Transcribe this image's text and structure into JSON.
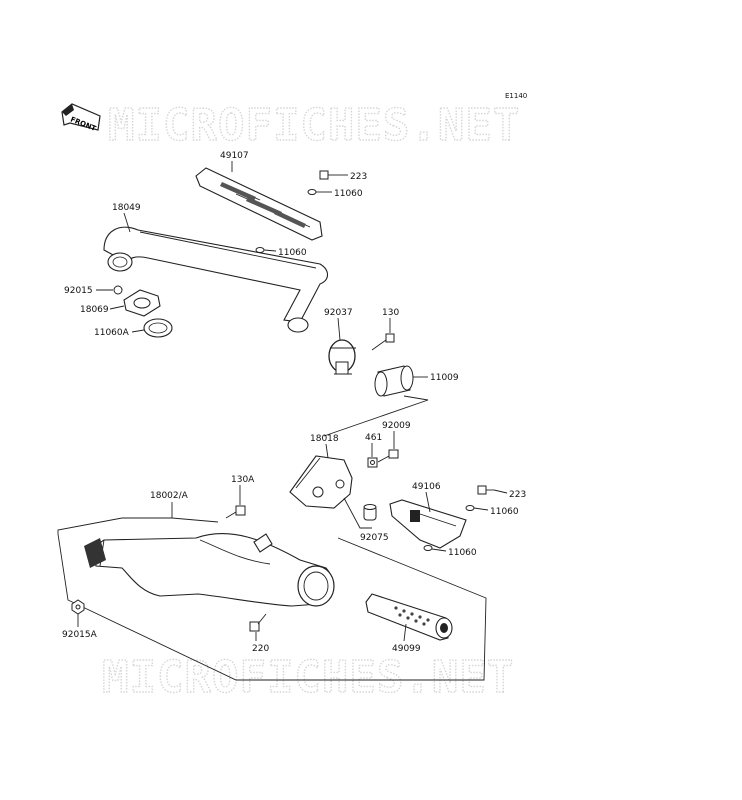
{
  "diagram_code": "E1140",
  "watermark": "MICROFICHES.NET",
  "front_label": "FRONT",
  "parts": {
    "p49107": "49107",
    "p223a": "223",
    "p11060a": "11060",
    "p11060b": "11060",
    "p18049": "18049",
    "p92015": "92015",
    "p18069": "18069",
    "p11060A": "11060A",
    "p92037": "92037",
    "p130": "130",
    "p11009": "11009",
    "p18018": "18018",
    "p461": "461",
    "p92009": "92009",
    "p49106": "49106",
    "p223b": "223",
    "p11060c": "11060",
    "p11060d": "11060",
    "p18002A": "18002/A",
    "p130A": "130A",
    "p92075": "92075",
    "p92015A": "92015A",
    "p220": "220",
    "p49099": "49099"
  }
}
